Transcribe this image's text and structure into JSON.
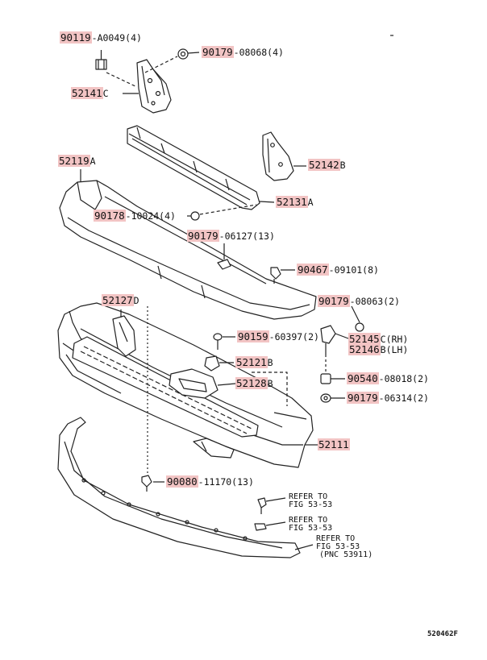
{
  "diagram": {
    "code": "520462F",
    "labels": [
      {
        "id": "p90119",
        "main": "90119",
        "rest": "-A0049(4)"
      },
      {
        "id": "p90179a",
        "main": "90179",
        "rest": "-08068(4)"
      },
      {
        "id": "p52141c",
        "main": "52141",
        "rest": "C"
      },
      {
        "id": "p52119a",
        "main": "52119",
        "rest": "A"
      },
      {
        "id": "p52142b",
        "main": "52142",
        "rest": "B"
      },
      {
        "id": "p52131a",
        "main": "52131",
        "rest": "A"
      },
      {
        "id": "p90178",
        "main": "90178",
        "rest": "-10024(4)"
      },
      {
        "id": "p90179b",
        "main": "90179",
        "rest": "-06127(13)"
      },
      {
        "id": "p90467",
        "main": "90467",
        "rest": "-09101(8)"
      },
      {
        "id": "p52127d",
        "main": "52127",
        "rest": "D"
      },
      {
        "id": "p90179c",
        "main": "90179",
        "rest": "-08063(2)"
      },
      {
        "id": "p90159",
        "main": "90159",
        "rest": "-60397(2)"
      },
      {
        "id": "p52145c",
        "main": "52145",
        "rest": "C(RH)"
      },
      {
        "id": "p52146b",
        "main": "52146",
        "rest": "B(LH)"
      },
      {
        "id": "p52121b",
        "main": "52121",
        "rest": "B"
      },
      {
        "id": "p52128b",
        "main": "52128",
        "rest": "B"
      },
      {
        "id": "p90540",
        "main": "90540",
        "rest": "-08018(2)"
      },
      {
        "id": "p90179d",
        "main": "90179",
        "rest": "-06314(2)"
      },
      {
        "id": "p52111",
        "main": "52111",
        "rest": ""
      },
      {
        "id": "p90080",
        "main": "90080",
        "rest": "-11170(13)"
      }
    ],
    "references": [
      {
        "id": "ref1",
        "line1": "REFER TO",
        "line2": "FIG 53-53",
        "line3": ""
      },
      {
        "id": "ref2",
        "line1": "REFER TO",
        "line2": "FIG 53-53",
        "line3": ""
      },
      {
        "id": "ref3",
        "line1": "REFER TO",
        "line2": "FIG 53-53",
        "line3": "(PNC 53911)"
      }
    ]
  }
}
